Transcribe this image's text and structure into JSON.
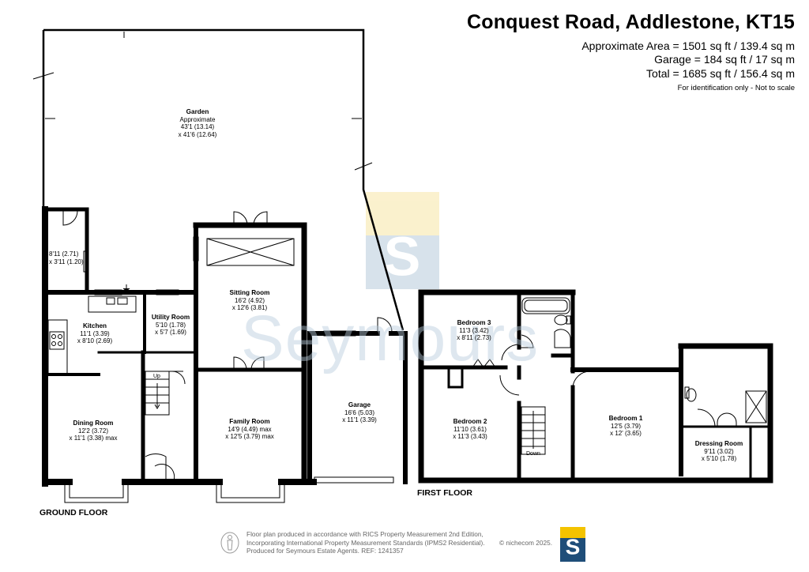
{
  "header": {
    "title": "Conquest Road, Addlestone, KT15",
    "approx_area": "Approximate Area = 1501 sq ft / 139.4 sq m",
    "garage_area": "Garage = 184 sq ft / 17 sq m",
    "total_area": "Total = 1685 sq ft / 156.4 sq m",
    "disclaimer": "For identification only - Not to scale"
  },
  "floors": {
    "ground": "GROUND FLOOR",
    "first": "FIRST FLOOR"
  },
  "rooms": {
    "garden": {
      "name": "Garden",
      "l1": "Approximate",
      "l2": "43'1 (13.14)",
      "l3": "x 41'6 (12.64)"
    },
    "store": {
      "l1": "8'11 (2.71)",
      "l2": "x 3'11 (1.20)"
    },
    "kitchen": {
      "name": "Kitchen",
      "l1": "11'1 (3.39)",
      "l2": "x 8'10 (2.69)"
    },
    "utility": {
      "name": "Utility Room",
      "l1": "5'10 (1.78)",
      "l2": "x 5'7 (1.69)"
    },
    "sitting": {
      "name": "Sitting Room",
      "l1": "16'2 (4.92)",
      "l2": "x 12'6 (3.81)"
    },
    "dining": {
      "name": "Dining Room",
      "l1": "12'2 (3.72)",
      "l2": "x 11'1 (3.38) max"
    },
    "family": {
      "name": "Family Room",
      "l1": "14'9 (4.49) max",
      "l2": "x 12'5 (3.79) max"
    },
    "garage": {
      "name": "Garage",
      "l1": "16'6 (5.03)",
      "l2": "x 11'1 (3.39)"
    },
    "bedroom3": {
      "name": "Bedroom 3",
      "l1": "11'3 (3.42)",
      "l2": "x 8'11 (2.73)"
    },
    "bedroom2": {
      "name": "Bedroom 2",
      "l1": "11'10 (3.61)",
      "l2": "x 11'3 (3.43)"
    },
    "bedroom1": {
      "name": "Bedroom 1",
      "l1": "12'5 (3.79)",
      "l2": "x 12' (3.65)"
    },
    "dressing": {
      "name": "Dressing Room",
      "l1": "9'11 (3.02)",
      "l2": "x 5'10 (1.78)"
    }
  },
  "stairs": {
    "up": "Up",
    "down": "Down"
  },
  "footer": {
    "line1": "Floor plan produced in accordance with RICS Property Measurement 2nd Edition,",
    "line2": "Incorporating International Property Measurement Standards (IPMS2 Residential).",
    "line3": "Produced for Seymours Estate Agents.   REF: 1241357",
    "copyright": "© nichecom 2025."
  },
  "watermark": {
    "text": "Seymours",
    "logo_letter": "S"
  },
  "colors": {
    "wall": "#000000",
    "logo_blue": "#1f4e79",
    "logo_yellow": "#f4c300",
    "watermark_blue": "#b8ccdc",
    "watermark_yellow": "#f7e6a6"
  }
}
